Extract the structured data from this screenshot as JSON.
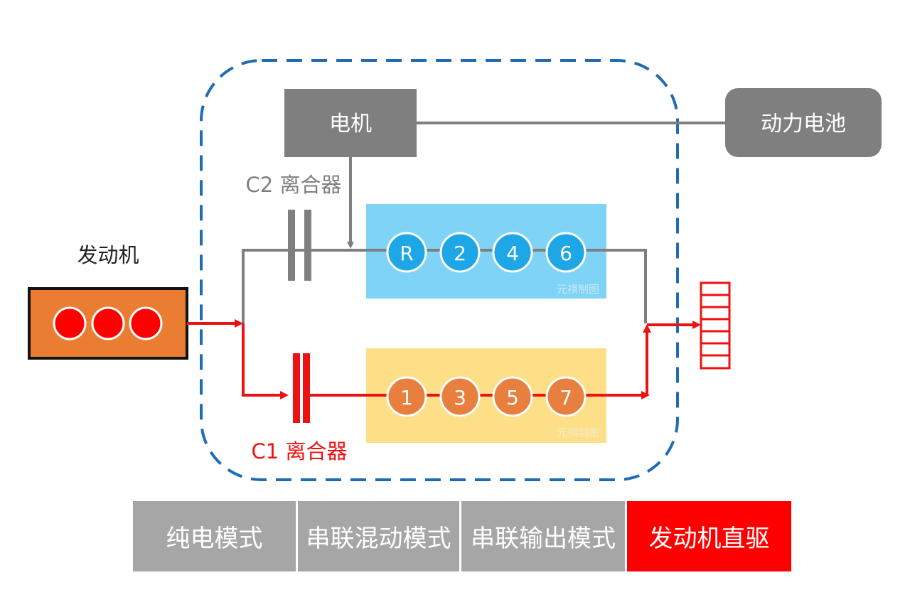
{
  "labels": {
    "motor": "电机",
    "battery": "动力电池",
    "engine": "发动机",
    "c2_clutch": "C2 离合器",
    "c1_clutch": "C1 离合器",
    "watermark_top": "元祺制图",
    "watermark_bottom": "元祺制图"
  },
  "gears_even": [
    "R",
    "2",
    "4",
    "6"
  ],
  "gears_odd": [
    "1",
    "3",
    "5",
    "7"
  ],
  "modes": [
    {
      "label": "纯电模式",
      "active": false
    },
    {
      "label": "串联混动模式",
      "active": false
    },
    {
      "label": "串联输出模式",
      "active": false
    },
    {
      "label": "发动机直驱",
      "active": true
    }
  ],
  "colors": {
    "gray_block": "#7f7f7f",
    "blue_box": "#7fd3f7",
    "yellow_box": "#fddf87",
    "gear_blue": "#1ea7e6",
    "gear_orange": "#e97f3e",
    "engine_orange": "#ea7d32",
    "power_red": "#ee1111",
    "dash_blue": "#1f6cb5",
    "mode_gray": "#a6a6a6",
    "mode_active": "#ff0000"
  }
}
